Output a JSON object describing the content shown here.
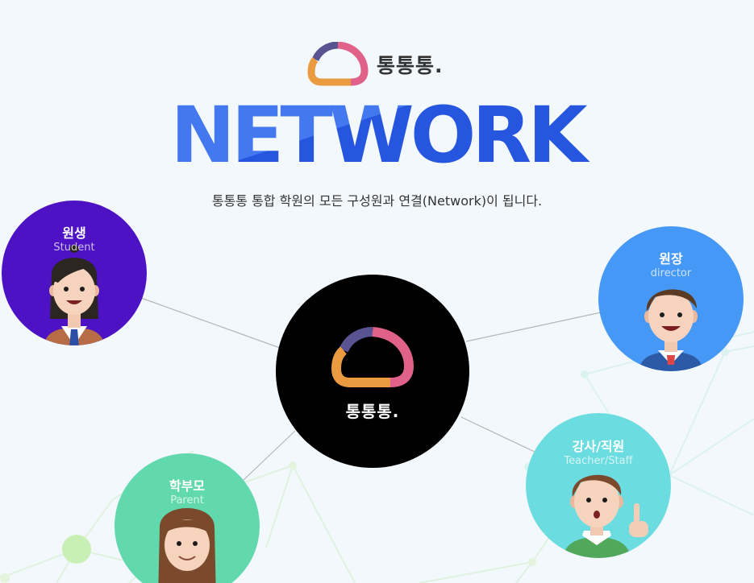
{
  "brand": {
    "wordmark": "통통통.",
    "logo_colors": {
      "purple": "#5a5392",
      "pink": "#e0628a",
      "orange": "#eb9b3f"
    }
  },
  "hero": {
    "title": "NETWORK",
    "subtitle": "통통통 통합 학원의 모든 구성원과 연결(Network)이 됩니다.",
    "title_colors": {
      "light": "#4478f0",
      "dark": "#2656e0"
    }
  },
  "center": {
    "wordmark": "통통통.",
    "background": "#000000"
  },
  "members": [
    {
      "id": "student",
      "label": "원생",
      "sublabel": "Student",
      "color": "#4d12c4"
    },
    {
      "id": "director",
      "label": "원장",
      "sublabel": "director",
      "color": "#4598f5"
    },
    {
      "id": "teacher",
      "label": "강사/직원",
      "sublabel": "Teacher/Staff",
      "color": "#6bdcdf"
    },
    {
      "id": "parent",
      "label": "학부모",
      "sublabel": "Parent",
      "color": "#62d9ad"
    }
  ],
  "background": {
    "color": "#f3f8fd",
    "connector_color": "#b5b5b5"
  }
}
